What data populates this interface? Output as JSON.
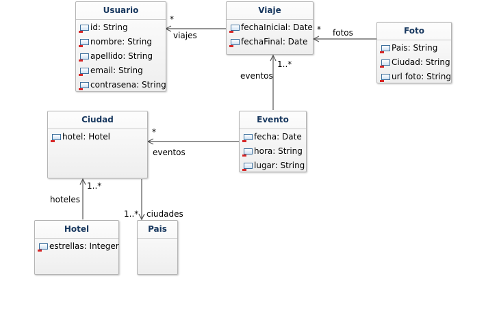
{
  "classes": {
    "usuario": {
      "name": "Usuario",
      "attributes": [
        "id: String",
        "nombre: String",
        "apellido: String",
        "email: String",
        "contrasena: String"
      ]
    },
    "viaje": {
      "name": "Viaje",
      "attributes": [
        "fechaInicial: Date",
        "fechaFinal: Date"
      ]
    },
    "foto": {
      "name": "Foto",
      "attributes": [
        "Pais: String",
        "Ciudad: String",
        "url foto: String"
      ]
    },
    "ciudad": {
      "name": "Ciudad",
      "attributes": [
        "hotel: Hotel"
      ]
    },
    "evento": {
      "name": "Evento",
      "attributes": [
        "fecha: Date",
        "hora: String",
        "lugar: String"
      ]
    },
    "hotel": {
      "name": "Hotel",
      "attributes": [
        "estrellas: Integer"
      ]
    },
    "pais": {
      "name": "Pais",
      "attributes": []
    }
  },
  "associations": {
    "viaje_usuario": {
      "role": "viajes",
      "multiplicity": "*"
    },
    "foto_viaje": {
      "role": "fotos",
      "multiplicity": "*"
    },
    "evento_viaje": {
      "role": "eventos",
      "multiplicity": "1..*"
    },
    "evento_ciudad": {
      "role": "eventos",
      "multiplicity": "*"
    },
    "hotel_ciudad": {
      "role": "hoteles",
      "multiplicity": "1..*"
    },
    "ciudad_pais": {
      "role": "ciudades",
      "multiplicity": "1..*"
    }
  },
  "colors": {
    "title_text": "#17375e",
    "border": "#b4b4b4",
    "line": "#555555",
    "attr_icon_border": "#3d6f9c",
    "attr_icon_marker": "#d62626"
  },
  "icons": {
    "attribute": "field-icon"
  }
}
